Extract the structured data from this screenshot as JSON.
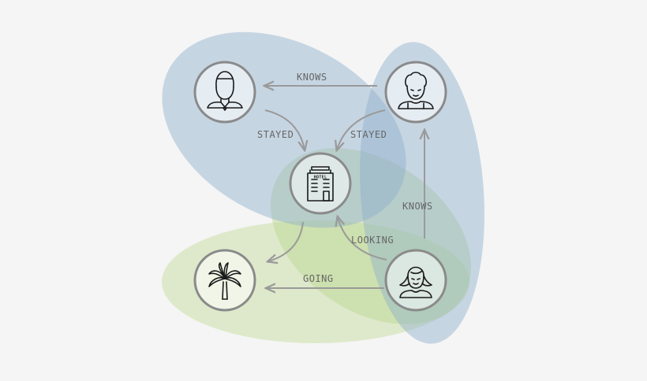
{
  "nodes": {
    "man_left": {
      "icon": "man-with-tie-icon"
    },
    "man_right": {
      "icon": "man-with-curly-hair-icon"
    },
    "hotel": {
      "icon": "hotel-building-icon",
      "sign": "HOTEL"
    },
    "palm": {
      "icon": "palm-tree-icon"
    },
    "woman": {
      "icon": "woman-icon"
    }
  },
  "edges": {
    "knows_top": "KNOWS",
    "stayed_left": "STAYED",
    "stayed_right": "STAYED",
    "knows_right": "KNOWS",
    "looking": "LOOKING",
    "going": "GOING"
  },
  "colors": {
    "blue_region": "#8fb0cc",
    "green_region": "#c3db9a",
    "node_ring": "#8a8a8a",
    "edge": "#9a9a9a",
    "background": "#f5f5f5"
  }
}
